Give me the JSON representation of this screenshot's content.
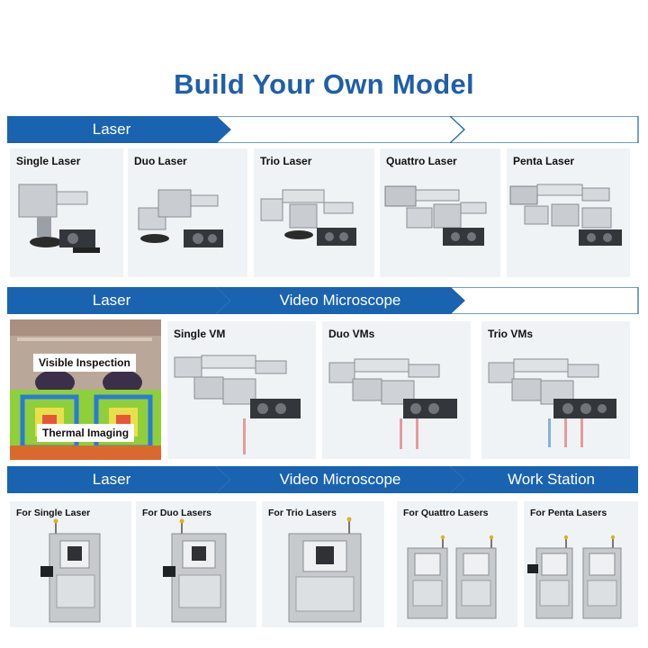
{
  "title": "Build Your Own Model",
  "rows": [
    {
      "bands": [
        "Laser",
        "",
        ""
      ],
      "items": [
        "Single Laser",
        "Duo Laser",
        "Trio Laser",
        "Quattro Laser",
        "Penta Laser"
      ]
    },
    {
      "bands": [
        "Laser",
        "Video Microscope",
        ""
      ],
      "inspection_labels": [
        "Visible Inspection",
        "Thermal Imaging"
      ],
      "items": [
        "Single VM",
        "Duo VMs",
        "Trio VMs"
      ]
    },
    {
      "bands": [
        "Laser",
        "Video Microscope",
        "Work Station"
      ],
      "items": [
        "For Single Laser",
        "For Duo Lasers",
        "For Trio Lasers",
        "For Quattro Lasers",
        "For Penta Lasers"
      ]
    }
  ],
  "colors": {
    "accent": "#1f5fa8",
    "band_blue": "#1a63b0",
    "card_bg": "#f0f3f6"
  }
}
